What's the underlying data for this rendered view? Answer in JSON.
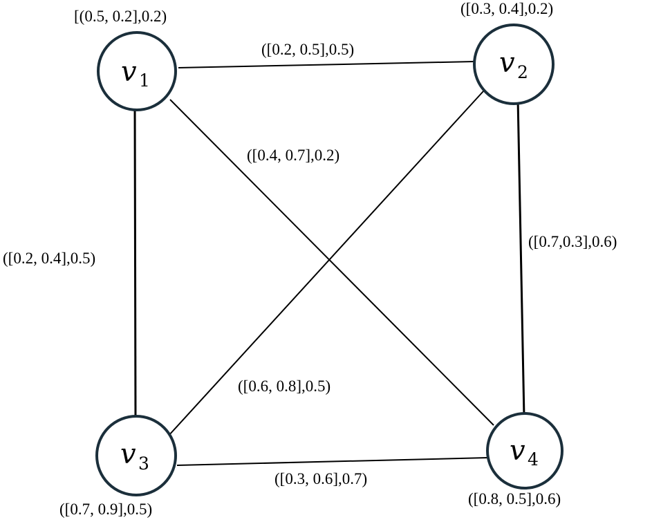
{
  "nodes": [
    {
      "id": "v1",
      "name": "v",
      "subscript": "1",
      "label": "[(0.5, 0.2],0.2)"
    },
    {
      "id": "v2",
      "name": "v",
      "subscript": "2",
      "label": "([0.3, 0.4],0.2)"
    },
    {
      "id": "v3",
      "name": "v",
      "subscript": "3",
      "label": "([0.7, 0.9],0.5)"
    },
    {
      "id": "v4",
      "name": "v",
      "subscript": "4",
      "label": "([0.8, 0.5],0.6)"
    }
  ],
  "edges": [
    {
      "from": "v1",
      "to": "v2",
      "label": "([0.2, 0.5],0.5)"
    },
    {
      "from": "v1",
      "to": "v4",
      "label": "([0.4, 0.7],0.2)"
    },
    {
      "from": "v1",
      "to": "v3",
      "label": "([0.2, 0.4],0.5)"
    },
    {
      "from": "v2",
      "to": "v4",
      "label": "([0.7,0.3],0.6)"
    },
    {
      "from": "v2",
      "to": "v3",
      "label": "([0.6, 0.8],0.5)"
    },
    {
      "from": "v3",
      "to": "v4",
      "label": "([0.3, 0.6],0.7)"
    }
  ]
}
